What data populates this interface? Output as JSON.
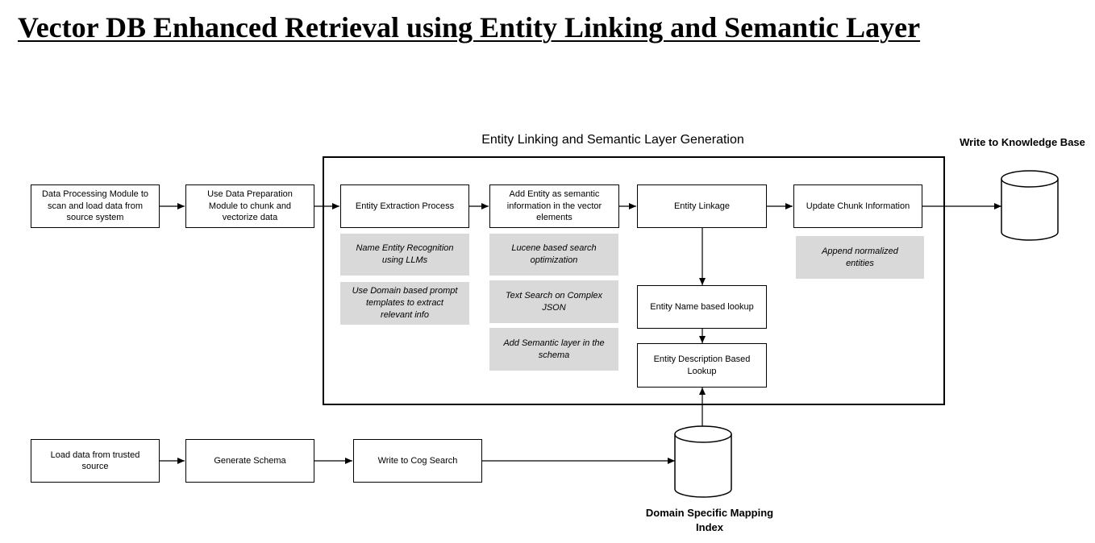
{
  "title": "Vector DB Enhanced Retrieval using Entity Linking and Semantic Layer",
  "group_label": "Entity Linking and Semantic Layer Generation",
  "boxes": {
    "data_processing": "Data Processing Module to scan and load data from source system",
    "data_preparation": "Use Data Preparation Module to chunk and vectorize data",
    "entity_extraction": "Entity Extraction Process",
    "add_entity": "Add Entity as semantic information in the vector elements",
    "entity_linkage": "Entity Linkage",
    "update_chunk": "Update Chunk Information",
    "name_lookup": "Entity Name based lookup",
    "description_lookup": "Entity Description Based Lookup",
    "load_trusted": "Load data from trusted source",
    "generate_schema": "Generate Schema",
    "write_cog": "Write to Cog Search"
  },
  "notes": {
    "ner": "Name Entity Recognition using LLMs",
    "domain_prompts": "Use Domain based prompt templates to extract relevant info",
    "lucene": "Lucene based search optimization",
    "text_search": "Text Search on Complex JSON",
    "semantic_layer": "Add Semantic layer in the schema",
    "append_entities": "Append normalized entities"
  },
  "databases": {
    "knowledge_base": "Write to Knowledge Base",
    "mapping_index": "Domain Specific Mapping Index"
  }
}
